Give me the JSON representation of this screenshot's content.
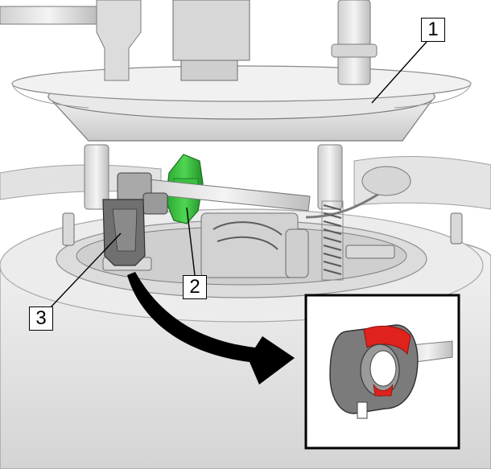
{
  "callouts": {
    "c1": "1",
    "c2": "2",
    "c3": "3"
  },
  "colors": {
    "background": "#ffffff",
    "part_light": "#e6e6e6",
    "part_mid": "#cfcfcf",
    "part_dark": "#8a8a8a",
    "connector": "#6f6f6f",
    "highlight_green": "#35c33a",
    "highlight_red": "#e0221c",
    "outline": "#000000"
  },
  "icons": {
    "arrow": "curved-arrow-icon",
    "detail": "connector-detail-icon"
  }
}
